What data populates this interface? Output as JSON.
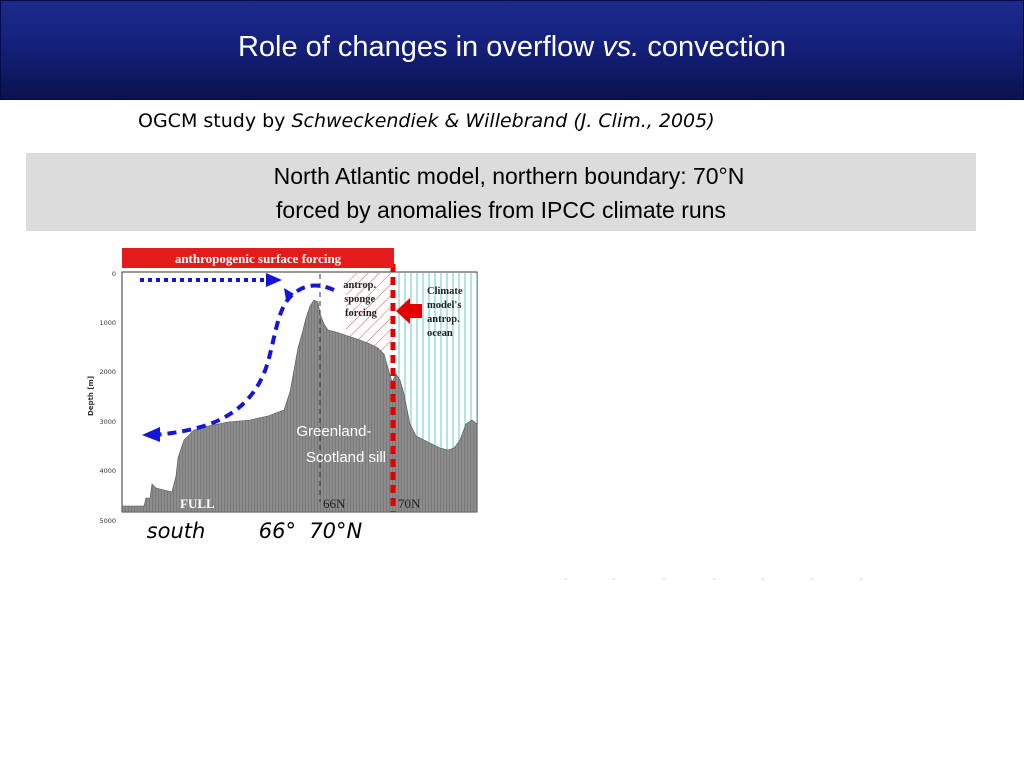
{
  "slide": {
    "title_pre": "Role of changes in overflow ",
    "title_italic": "vs.",
    "title_post": " convection",
    "subtitle_pre": "OGCM study by ",
    "subtitle_italic": "Schweckendiek & Willebrand (J. Clim., 2005)",
    "box_line1": "North Atlantic model, northern boundary: 70°N",
    "box_line2": "forced by anomalies from IPCC climate runs",
    "caption_arrow": "",
    "caption_text": " south        66°  70°N"
  },
  "figure": {
    "banner": "anthropogenic surface forcing",
    "sponge_label": [
      "antrop.",
      "sponge",
      "forcing"
    ],
    "climate_label": [
      "Climate",
      "model's",
      "antrop.",
      "ocean"
    ],
    "sill_label": [
      "Greenland-",
      "Scotland sill"
    ],
    "full_label": "FULL",
    "lat66_label": "66N",
    "lat70_label": "70N",
    "ylabel": "Depth [m]",
    "yticks": [
      "0",
      "1000",
      "2000",
      "3000",
      "4000",
      "5000"
    ],
    "colors": {
      "banner": "#e31b1b",
      "arrow_blue": "#1515d8",
      "boundary_red": "#e00000",
      "topography": "#8a8a8a",
      "sponge_hatch": "#e05050",
      "climate_lines": "#3fbfbf"
    }
  }
}
